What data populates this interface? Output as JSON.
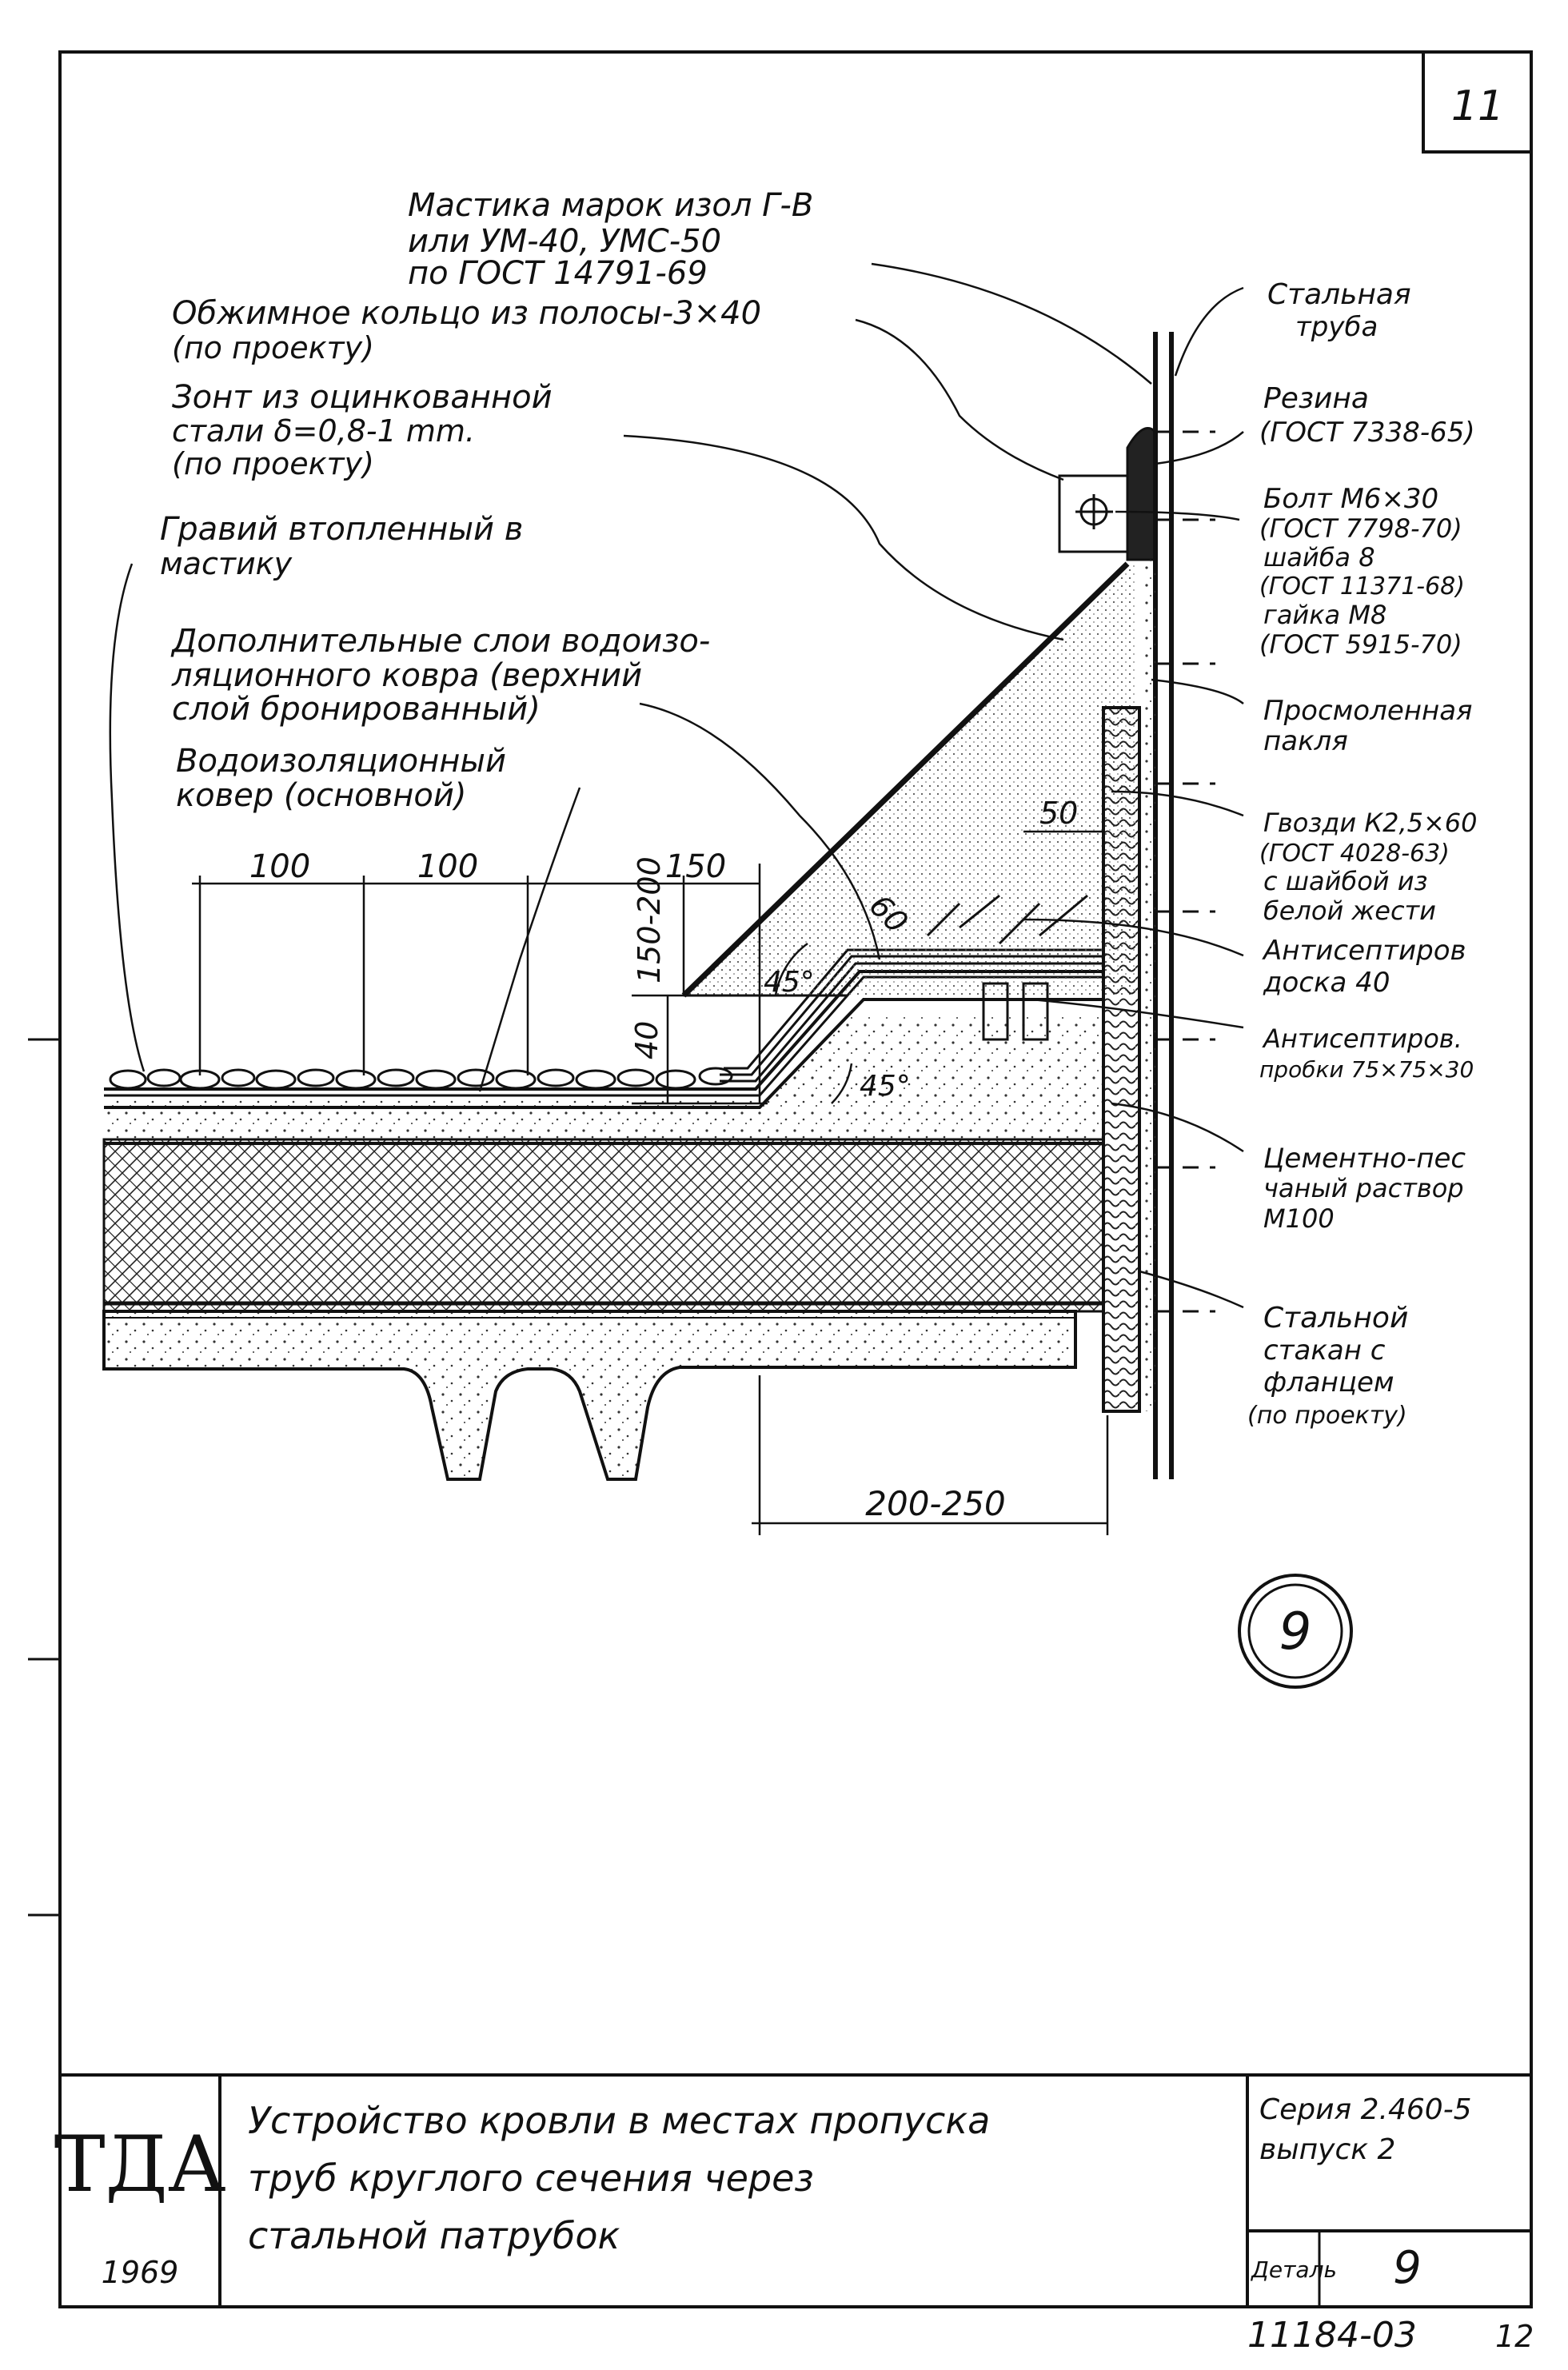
{
  "sheet": {
    "page_number": "11",
    "bottom_code": "11184-03",
    "bottom_page": "12"
  },
  "labels": {
    "mastic": [
      "Мастика  марок  изол Г-В",
      "или УМ-40,  УМС-50",
      "по ГОСТ  14791-69"
    ],
    "clamp_ring": [
      "Обжимное кольцо из полосы-3×40",
      "(по проекту)"
    ],
    "umbrella": [
      "Зонт из оцинкованной",
      "стали  δ=0,8-1 mm.",
      "(по проекту)"
    ],
    "gravel": [
      "Гравий  втопленный  в",
      "мастику"
    ],
    "extra_layers": [
      "Дополнительные слои водоизо-",
      "ляционного ковра (верхний",
      "слой  бронированный)"
    ],
    "base_carpet": [
      "Водоизоляционный",
      "ковер  (основной)"
    ],
    "steel_pipe": [
      "Стальная",
      "труба"
    ],
    "rubber": [
      "Резина",
      "(ГОСТ 7338-65)"
    ],
    "bolt": [
      "Болт М6×30",
      "(ГОСТ 7798-70)",
      "шайба 8",
      "(ГОСТ 11371-68)",
      "гайка М8",
      "(ГОСТ 5915-70)"
    ],
    "tow": [
      "Просмоленная",
      "пакля"
    ],
    "nails": [
      "Гвозди К2,5×60",
      "(ГОСТ 4028-63)",
      "с шайбой из",
      "белой жести"
    ],
    "board": [
      "Антисептиров",
      "доска 40"
    ],
    "plug": [
      "Антисептиров.",
      "пробки 75×75×30"
    ],
    "mortar": [
      "Цементно-пес",
      "чаный раствор",
      "М100"
    ],
    "sleeve": [
      "Стальной",
      "стакан с",
      "фланцем",
      "(по проекту)"
    ]
  },
  "dimensions": {
    "d100a": "100",
    "d100b": "100",
    "d150": "150",
    "d150_200": "150-200",
    "d40": "40",
    "d60": "60",
    "d50": "50",
    "a45_top": "45°",
    "a45_bottom": "45°",
    "d200_250": "200-250"
  },
  "detail_mark": "9",
  "title_block": {
    "org": "ТДА",
    "year": "1969",
    "title": [
      "Устройство  кровли  в  местах  пропуска",
      "труб  круглого  сечения  через",
      "стальной  патрубок"
    ],
    "series": [
      "Серия 2.460-5",
      "выпуск 2"
    ],
    "detail_label": "Деталь",
    "detail_no": "9"
  }
}
